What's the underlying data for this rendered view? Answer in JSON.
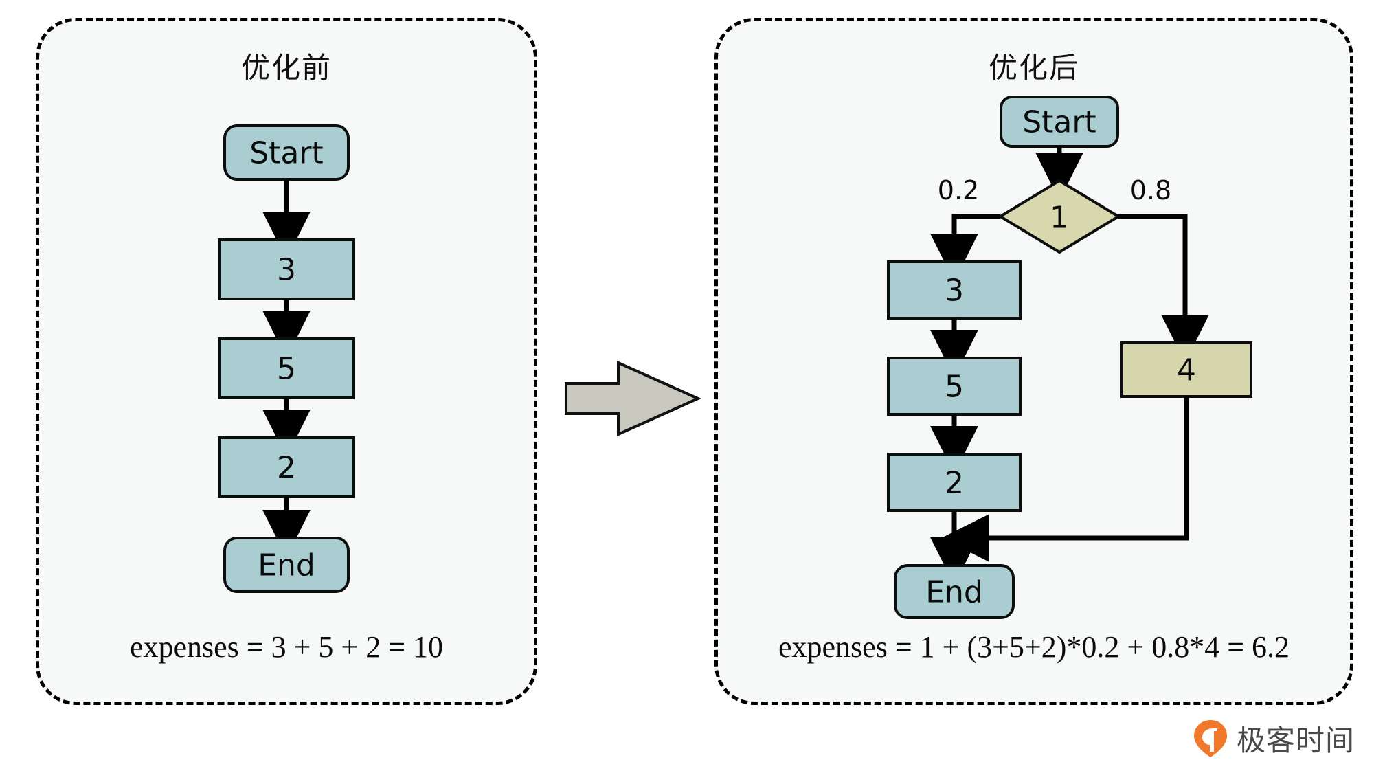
{
  "diagram": {
    "type": "flowchart-comparison",
    "panels": [
      {
        "id": "before",
        "title": "优化前",
        "formula": "expenses = 3 + 5 + 2 = 10",
        "nodes": [
          {
            "id": "start",
            "label": "Start",
            "shape": "rounded-rect",
            "fill": "#a9cdd1"
          },
          {
            "id": "n3",
            "label": "3",
            "shape": "rect",
            "fill": "#a9cdd1"
          },
          {
            "id": "n5",
            "label": "5",
            "shape": "rect",
            "fill": "#a9cdd1"
          },
          {
            "id": "n2",
            "label": "2",
            "shape": "rect",
            "fill": "#a9cdd1"
          },
          {
            "id": "end",
            "label": "End",
            "shape": "rounded-rect",
            "fill": "#a9cdd1"
          }
        ],
        "edges": [
          {
            "from": "start",
            "to": "n3",
            "label": ""
          },
          {
            "from": "n3",
            "to": "n5",
            "label": ""
          },
          {
            "from": "n5",
            "to": "n2",
            "label": ""
          },
          {
            "from": "n2",
            "to": "end",
            "label": ""
          }
        ]
      },
      {
        "id": "after",
        "title": "优化后",
        "formula": "expenses = 1 + (3+5+2)*0.2 + 0.8*4 = 6.2",
        "nodes": [
          {
            "id": "start",
            "label": "Start",
            "shape": "rounded-rect",
            "fill": "#a9cdd1"
          },
          {
            "id": "decision",
            "label": "1",
            "shape": "diamond",
            "fill": "#d8d8ae"
          },
          {
            "id": "n3",
            "label": "3",
            "shape": "rect",
            "fill": "#a9cdd1"
          },
          {
            "id": "n5",
            "label": "5",
            "shape": "rect",
            "fill": "#a9cdd1"
          },
          {
            "id": "n2",
            "label": "2",
            "shape": "rect",
            "fill": "#a9cdd1"
          },
          {
            "id": "n4",
            "label": "4",
            "shape": "rect",
            "fill": "#d6d6ad"
          },
          {
            "id": "end",
            "label": "End",
            "shape": "rounded-rect",
            "fill": "#a9cdd1"
          }
        ],
        "edges": [
          {
            "from": "start",
            "to": "decision",
            "label": ""
          },
          {
            "from": "decision",
            "to": "n3",
            "label": "0.2"
          },
          {
            "from": "decision",
            "to": "n4",
            "label": "0.8"
          },
          {
            "from": "n3",
            "to": "n5",
            "label": ""
          },
          {
            "from": "n5",
            "to": "n2",
            "label": ""
          },
          {
            "from": "n2",
            "to": "end",
            "label": ""
          },
          {
            "from": "n4",
            "to": "end",
            "label": ""
          }
        ]
      }
    ],
    "transition_arrow": {
      "direction": "right",
      "fill": "#c9c9c0"
    }
  },
  "branding": {
    "name": "极客时间",
    "logo_color": "#f0782a"
  }
}
